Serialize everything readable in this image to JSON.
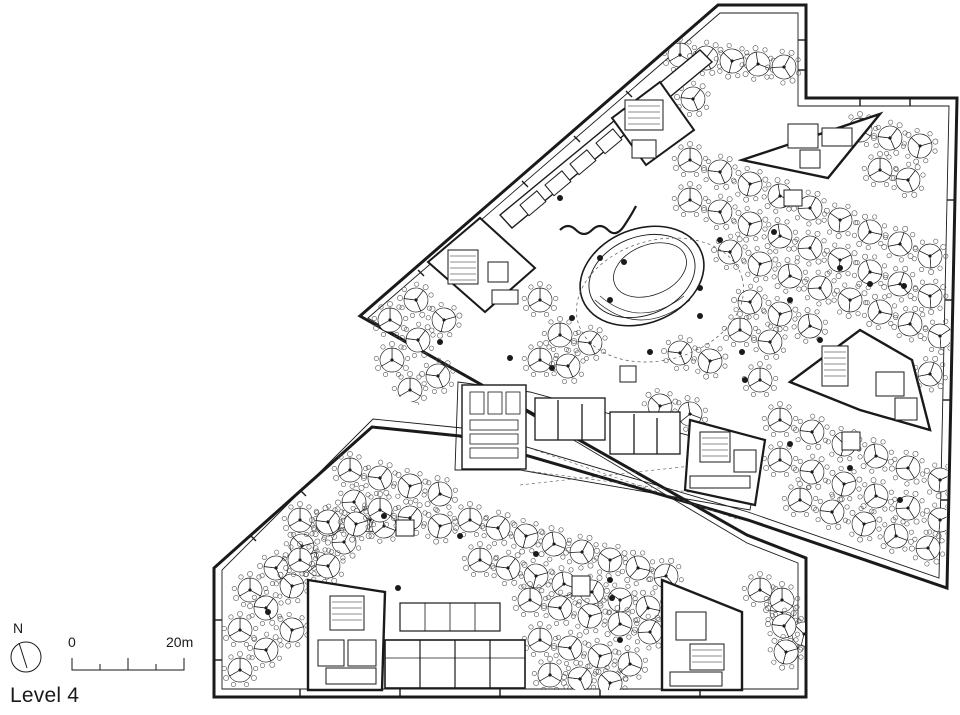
{
  "drawing": {
    "level_title": "Level 4",
    "north_label": "N",
    "scale": {
      "start_label": "0",
      "end_label": "20m"
    }
  },
  "colors": {
    "ink": "#1a1a1a",
    "background": "#ffffff",
    "furniture": "#8a8a8a"
  },
  "icons": {
    "north": "north-arrow-icon",
    "scale": "scale-bar-icon"
  }
}
